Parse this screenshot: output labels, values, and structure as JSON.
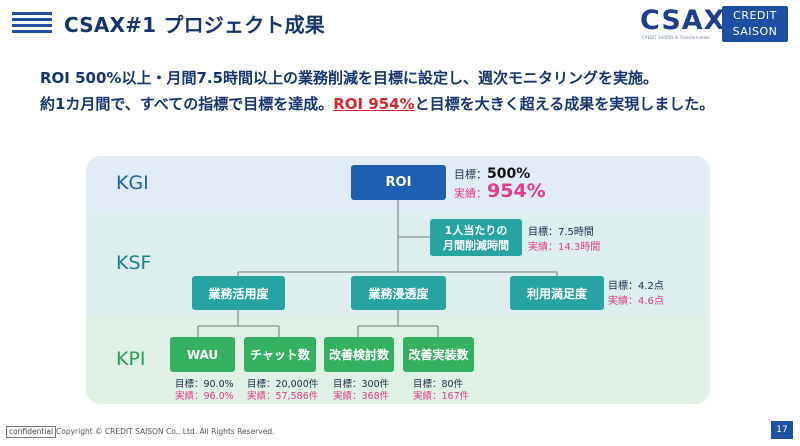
{
  "header": {
    "title": "CSAX#1 プロジェクト成果",
    "logo_csax": "CSAX",
    "logo_csax_sub": "CREDIT SAISON AI Transformation",
    "logo_cs_line1": "CREDIT",
    "logo_cs_line2": "SAISON"
  },
  "headline": {
    "line1": "ROI 500%以上・月間7.5時間以上の業務削減を目標に設定し、週次モニタリングを実施。",
    "line2_pre": "約1カ月間で、すべての指標で目標を達成。",
    "line2_accent": "ROI 954%",
    "line2_post": "と目標を大きく超える成果を実現しました。"
  },
  "levels": {
    "kgi": "KGI",
    "ksf": "KSF",
    "kpi": "KPI"
  },
  "kgi": {
    "box": "ROI",
    "target_label": "目標：",
    "target_value": "500%",
    "actual_label": "実績：",
    "actual_value": "954%"
  },
  "ksf_ratio": {
    "line1": "1人当たりの",
    "line2": "月間削減時間",
    "target": "目標：7.5時間",
    "actual": "実績：14.3時間"
  },
  "ksf": [
    {
      "label": "業務活用度"
    },
    {
      "label": "業務浸透度"
    },
    {
      "label": "利用満足度",
      "target": "目標：4.2点",
      "actual": "実績：4.6点"
    }
  ],
  "kpi": [
    {
      "label": "WAU",
      "target": "目標：90.0%",
      "actual": "実績：96.0%"
    },
    {
      "label": "チャット数",
      "target": "目標：20,000件",
      "actual": "実績：57,586件"
    },
    {
      "label": "改善検討数",
      "target": "目標：300件",
      "actual": "実績：368件"
    },
    {
      "label": "改善実装数",
      "target": "目標：80件",
      "actual": "実績：167件"
    }
  ],
  "footer": {
    "confidential": "confidential",
    "copyright": "Copyright © CREDIT SAISON Co., Ltd. All Rights Reserved.",
    "page": "17"
  },
  "colors": {
    "navy": "#16356e",
    "kgi_blue": "#1f5fb2",
    "ksf_teal": "#27a4a0",
    "kpi_green": "#35b060",
    "actual_pink": "#e23a8a",
    "accent_red": "#d8262c"
  }
}
